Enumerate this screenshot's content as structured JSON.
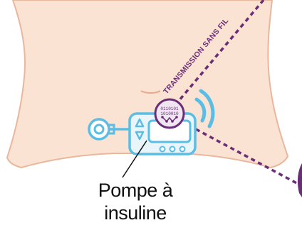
{
  "labels": {
    "wireless_transmission": "TRANSMISSION SANS FIL",
    "pump_line1": "Pompe à",
    "pump_line2": "insuline",
    "chip_code_top": "0110101",
    "chip_code_bottom": "1010010"
  },
  "colors": {
    "skin": "#fbe3d3",
    "skin_outline": "#e8b79d",
    "pump_blue": "#5bbde4",
    "pump_fill": "#e8f6fc",
    "purple": "#6b2d77",
    "purple_light": "#efe6f2"
  },
  "icons": {
    "pump": "insulin-pump-icon",
    "chip": "wireless-chip-icon",
    "signal": "wireless-signal-icon"
  }
}
